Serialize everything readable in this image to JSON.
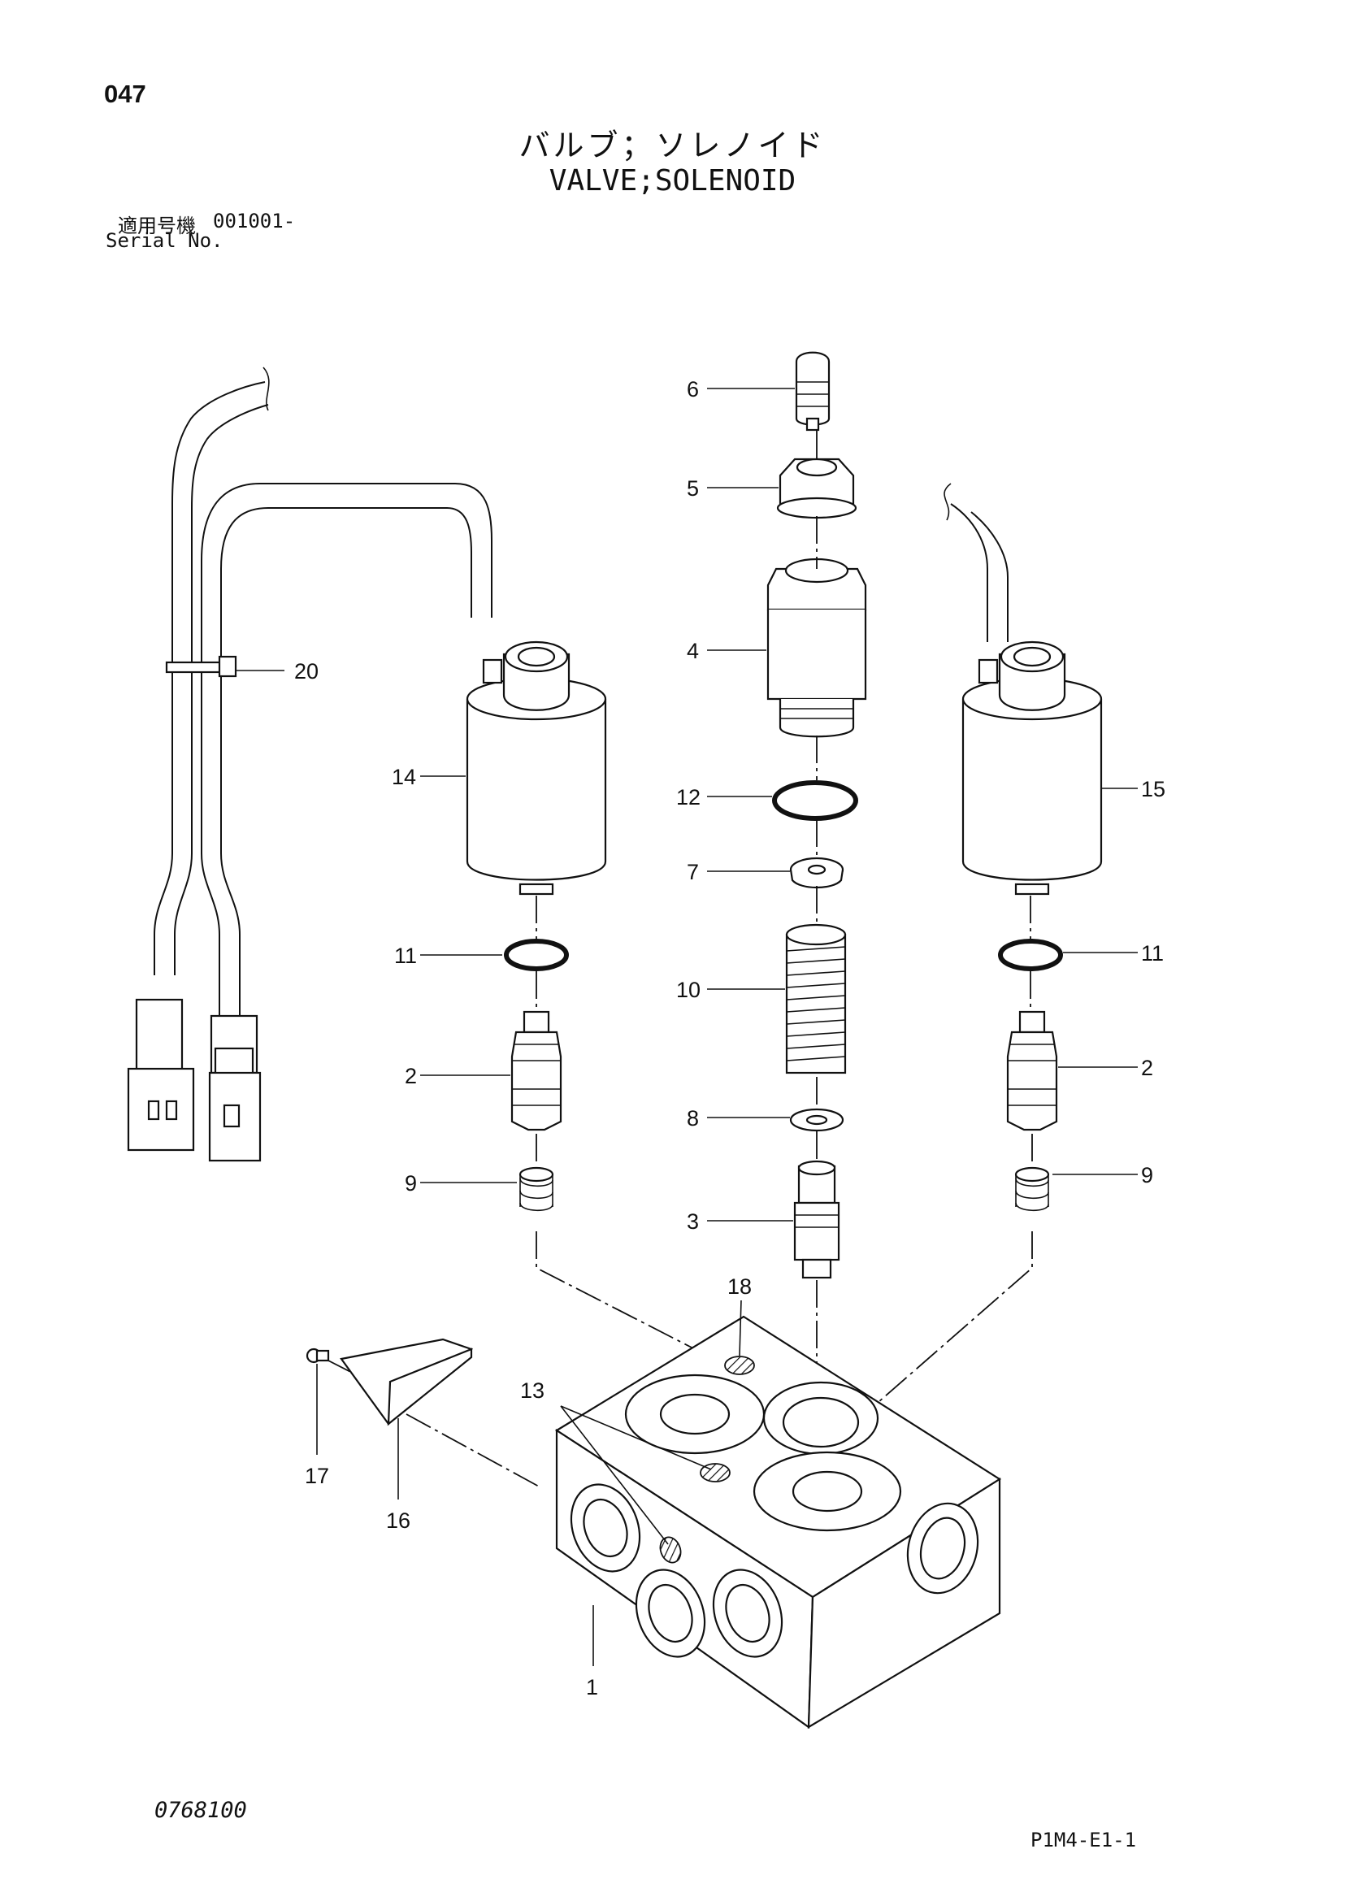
{
  "page_number": "047",
  "title_jp": "バルブ；ソレノイド",
  "title_en": "VALVE;SOLENOID",
  "serial": {
    "label_jp": "適用号機",
    "label_en": "Serial No.",
    "range": "001001-"
  },
  "doc_code": "0768100",
  "page_code": "P1M4-E1-1",
  "callouts": {
    "c1": "1",
    "c2l": "2",
    "c2r": "2",
    "c3": "3",
    "c4": "4",
    "c5": "5",
    "c6": "6",
    "c7": "7",
    "c8": "8",
    "c9l": "9",
    "c9r": "9",
    "c10": "10",
    "c11l": "11",
    "c11r": "11",
    "c12": "12",
    "c13": "13",
    "c14": "14",
    "c15": "15",
    "c16": "16",
    "c17": "17",
    "c18": "18",
    "c20": "20"
  }
}
